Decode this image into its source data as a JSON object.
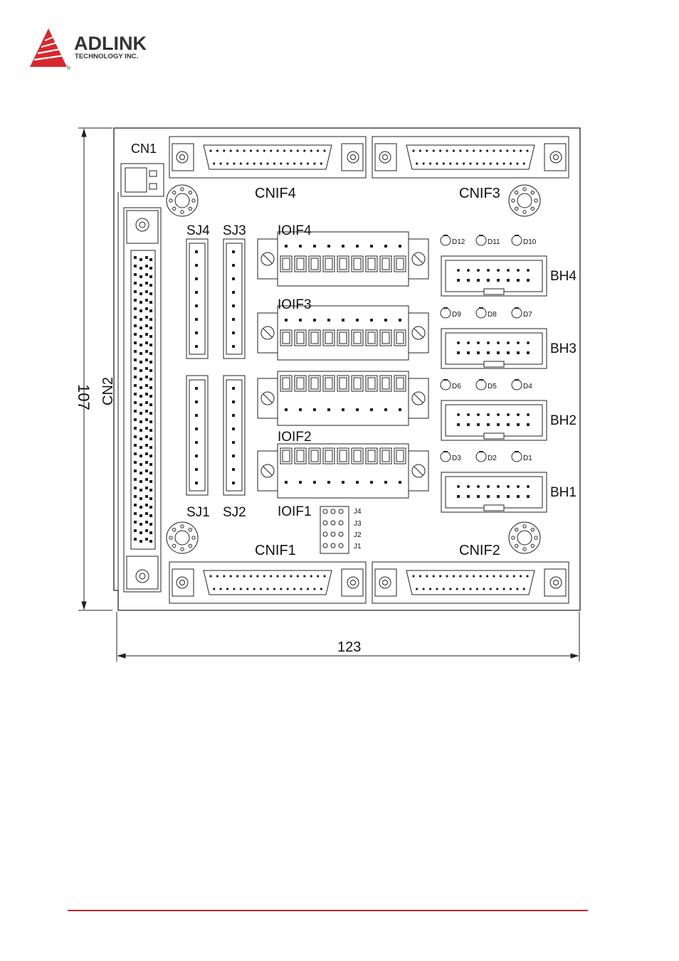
{
  "brand": {
    "name": "ADLINK",
    "subtitle": "TECHNOLOGY INC.",
    "registered": "®",
    "color": "#d7282f"
  },
  "dimensions": {
    "height": "107",
    "width": "123"
  },
  "board": {
    "power_connector": "CN1",
    "main_connector": "CN2",
    "cnif": [
      "CNIF1",
      "CNIF2",
      "CNIF3",
      "CNIF4"
    ],
    "sj": [
      "SJ1",
      "SJ2",
      "SJ3",
      "SJ4"
    ],
    "ioif": [
      "IOIF1",
      "IOIF2",
      "IOIF3",
      "IOIF4"
    ],
    "bh": [
      "BH1",
      "BH2",
      "BH3",
      "BH4"
    ],
    "jumpers": [
      "J1",
      "J2",
      "J3",
      "J4"
    ],
    "leds": [
      "D1",
      "D2",
      "D3",
      "D4",
      "D5",
      "D6",
      "D7",
      "D8",
      "D9",
      "D10",
      "D11",
      "D12"
    ]
  },
  "colors": {
    "footer_rule": "#c0282d",
    "line": "#222222"
  }
}
